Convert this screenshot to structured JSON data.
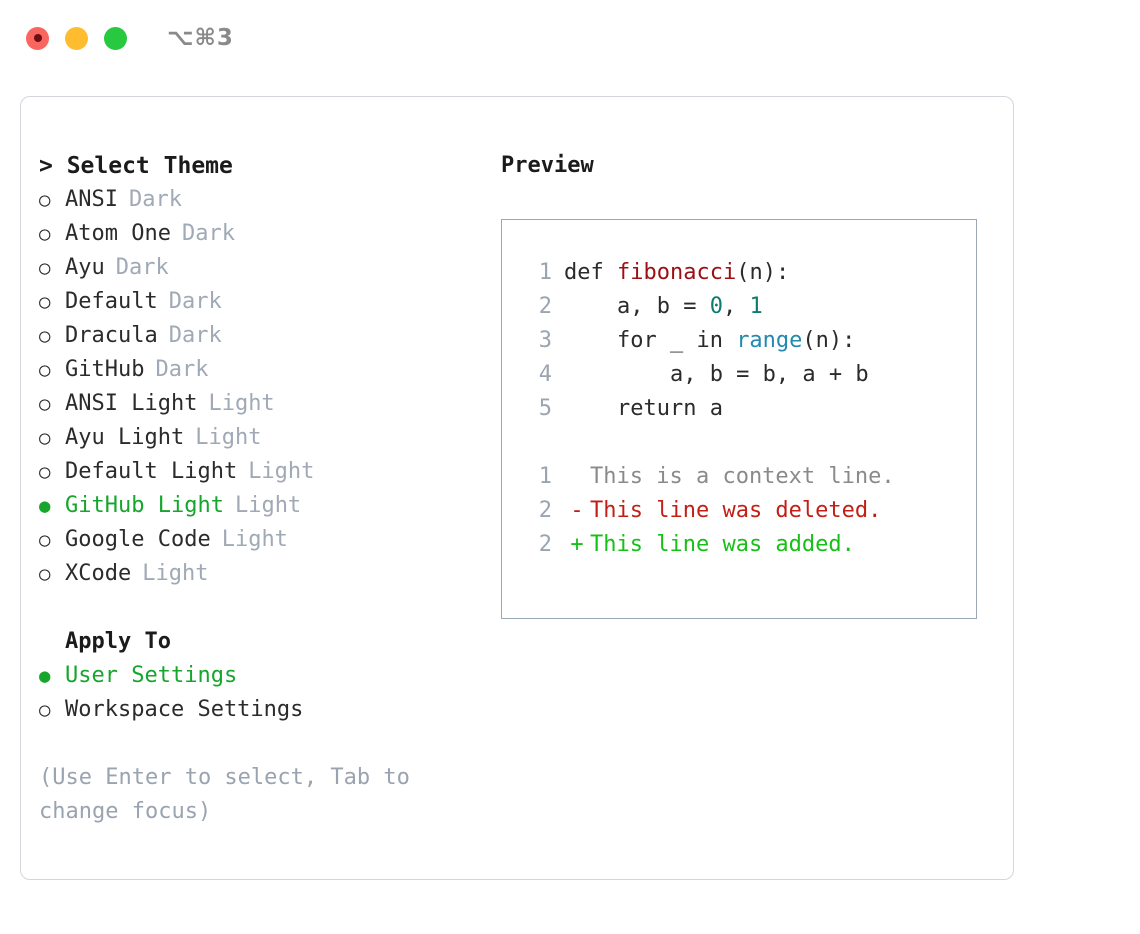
{
  "window": {
    "shortcut": "⌥⌘3",
    "traffic_lights": [
      {
        "name": "close",
        "color": "#f9655f"
      },
      {
        "name": "minimize",
        "color": "#febc2e"
      },
      {
        "name": "zoom",
        "color": "#28c840"
      }
    ]
  },
  "theme_picker": {
    "heading": "> Select Theme",
    "selected_bullet": "●",
    "unselected_bullet": "○",
    "accent_color": "#16a62c",
    "items": [
      {
        "name": "ANSI",
        "tag": "Dark",
        "selected": false
      },
      {
        "name": "Atom One",
        "tag": "Dark",
        "selected": false
      },
      {
        "name": "Ayu",
        "tag": "Dark",
        "selected": false
      },
      {
        "name": "Default",
        "tag": "Dark",
        "selected": false
      },
      {
        "name": "Dracula",
        "tag": "Dark",
        "selected": false
      },
      {
        "name": "GitHub",
        "tag": "Dark",
        "selected": false
      },
      {
        "name": "ANSI Light",
        "tag": "Light",
        "selected": false
      },
      {
        "name": "Ayu Light",
        "tag": "Light",
        "selected": false
      },
      {
        "name": "Default Light",
        "tag": "Light",
        "selected": false
      },
      {
        "name": "GitHub Light",
        "tag": "Light",
        "selected": true
      },
      {
        "name": "Google Code",
        "tag": "Light",
        "selected": false
      },
      {
        "name": "XCode",
        "tag": "Light",
        "selected": false
      }
    ]
  },
  "apply_to": {
    "heading": "Apply To",
    "options": [
      {
        "label": "User Settings",
        "selected": true
      },
      {
        "label": "Workspace Settings",
        "selected": false
      }
    ]
  },
  "hint": "(Use Enter to select, Tab to change focus)",
  "preview": {
    "heading": "Preview",
    "code_lines": [
      {
        "lineno": "1",
        "tokens": [
          {
            "text": "def ",
            "type": "plain"
          },
          {
            "text": "fibonacci",
            "type": "func"
          },
          {
            "text": "(n):",
            "type": "plain"
          }
        ]
      },
      {
        "lineno": "2",
        "tokens": [
          {
            "text": "    a, b = ",
            "type": "plain"
          },
          {
            "text": "0",
            "type": "number"
          },
          {
            "text": ", ",
            "type": "plain"
          },
          {
            "text": "1",
            "type": "number"
          }
        ]
      },
      {
        "lineno": "3",
        "tokens": [
          {
            "text": "    for _ in ",
            "type": "plain"
          },
          {
            "text": "range",
            "type": "call"
          },
          {
            "text": "(n):",
            "type": "plain"
          }
        ]
      },
      {
        "lineno": "4",
        "tokens": [
          {
            "text": "        a, b = b, a + b",
            "type": "plain"
          }
        ]
      },
      {
        "lineno": "5",
        "tokens": [
          {
            "text": "    return a",
            "type": "plain"
          }
        ]
      }
    ],
    "diff_lines": [
      {
        "lineno": "1",
        "mark": " ",
        "text": "This is a context line.",
        "kind": "context"
      },
      {
        "lineno": "2",
        "mark": "-",
        "text": "This line was deleted.",
        "kind": "del"
      },
      {
        "lineno": "2",
        "mark": "+",
        "text": "This line was added.",
        "kind": "add"
      }
    ]
  }
}
